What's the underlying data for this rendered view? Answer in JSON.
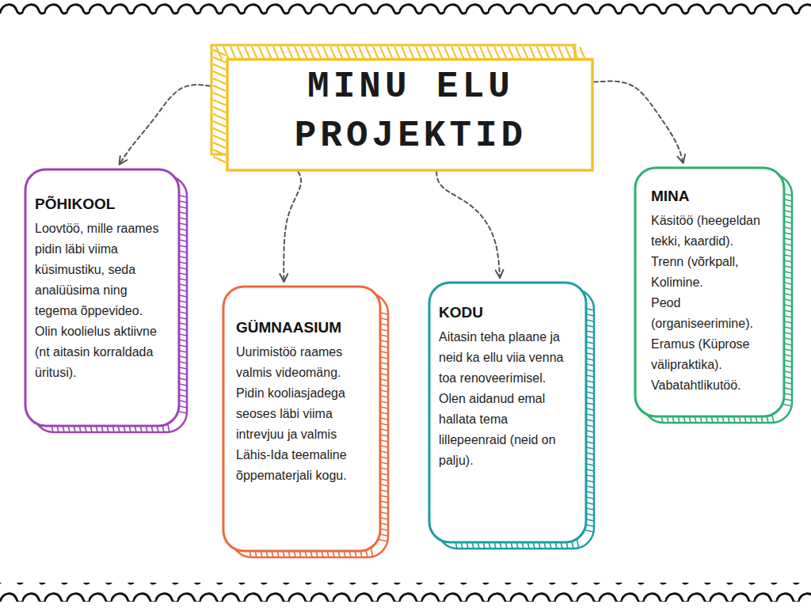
{
  "diagram": {
    "nodes": [
      {
        "text": [
          "MINU ELU PROJEKTID"
        ]
      },
      {
        "text": [
          "PÕHIKOOL",
          "Loovtöö, mille raames pidin läbi viima küsimustiku, seda analüüsima ning tegema õppevideo.",
          "Olin koolielus aktiivne (nt aitasin korraldada üritusi)."
        ]
      },
      {
        "text": [
          "GÜMNAASIUM",
          "Uurimistöö raames valmis videomäng. Pidin kooliasjadega seoses läbi viima intrevjuu ja valmis Lähis-Ida teemaline õppematerjali kogu."
        ]
      },
      {
        "text": [
          "KODU",
          "Aitasin teha plaane ja neid ka ellu viia venna toa renoveerimisel.",
          "Olen aidanud emal hallata tema lillepeenraid (neid on palju)."
        ]
      },
      {
        "text": [
          "MINA",
          "Käsitöö (heegeldan tekki, kaardid).",
          "Trenn (võrkpall, Kolimine.",
          "Peod (organiseerimine).",
          "Eramus (Küprose välipraktika).",
          "Vabatahtlikutöö."
        ]
      }
    ],
    "edges": [
      {
        "from": 0,
        "to": 1,
        "arrow": "to"
      },
      {
        "from": 0,
        "to": 2,
        "arrow": "to"
      },
      {
        "from": 0,
        "to": 3,
        "arrow": "to"
      },
      {
        "from": 0,
        "to": 4,
        "arrow": "to"
      }
    ]
  }
}
